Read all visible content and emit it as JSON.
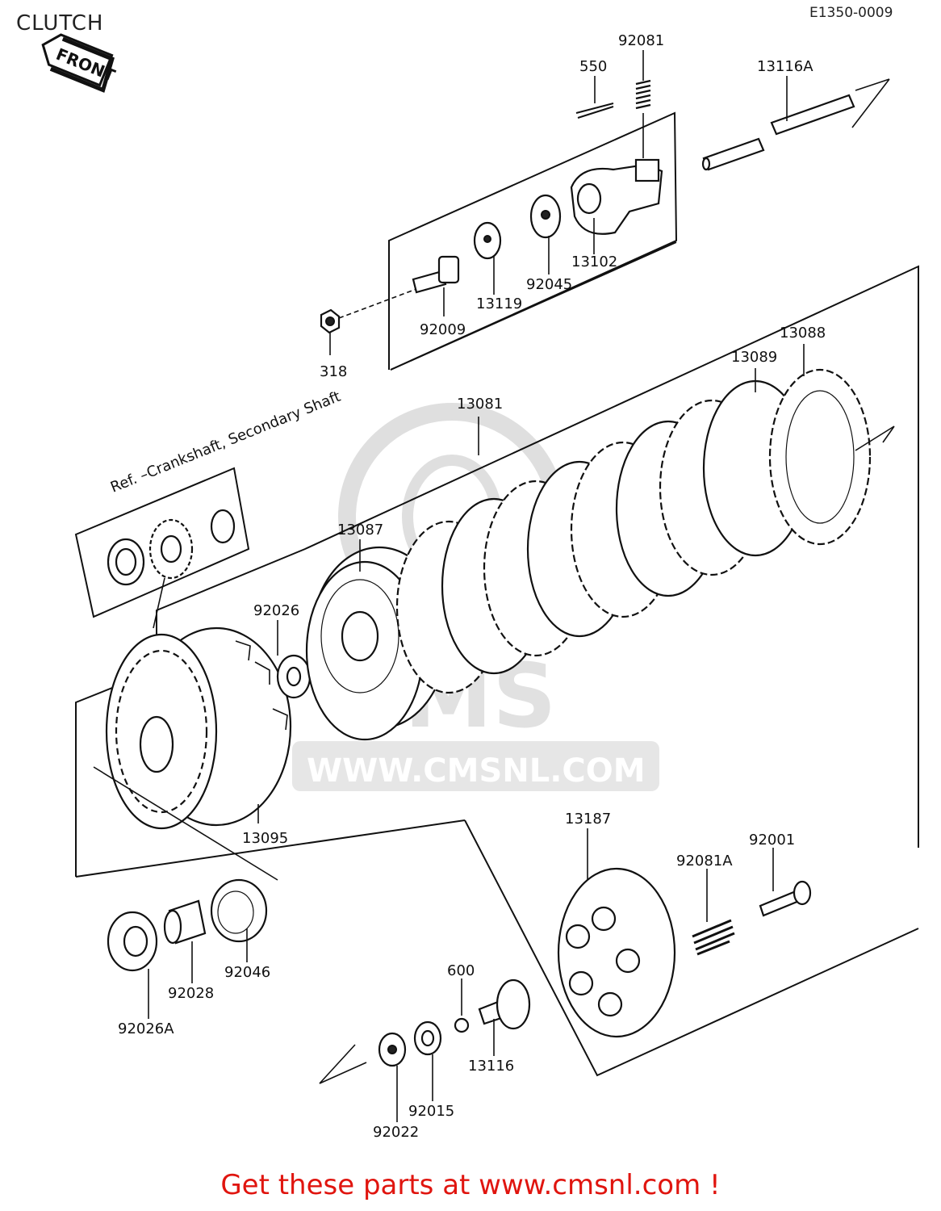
{
  "header": {
    "title": "CLUTCH",
    "diagram_code": "E1350-0009"
  },
  "front_badge": "FRONT",
  "reference_note": "Ref. –Crankshaft, Secondary Shaft",
  "watermark": {
    "text": "WWW.CMSNL.COM",
    "logo": "CMS"
  },
  "parts": {
    "p92081": "92081",
    "p550": "550",
    "p13116A": "13116A",
    "p13102": "13102",
    "p92045": "92045",
    "p13119": "13119",
    "p92009": "92009",
    "p318": "318",
    "p13088": "13088",
    "p13089": "13089",
    "p13081": "13081",
    "p13087": "13087",
    "p92026": "92026",
    "p13095": "13095",
    "p13187": "13187",
    "p92001": "92001",
    "p92081A": "92081A",
    "p92046": "92046",
    "p92028": "92028",
    "p92026A": "92026A",
    "p600": "600",
    "p13116": "13116",
    "p92015": "92015",
    "p92022": "92022"
  },
  "footer": {
    "cta": "Get these parts at www.cmsnl.com !"
  },
  "colors": {
    "cta": "#e0150f",
    "line": "#111111",
    "watermark": "#d8d8d8"
  }
}
